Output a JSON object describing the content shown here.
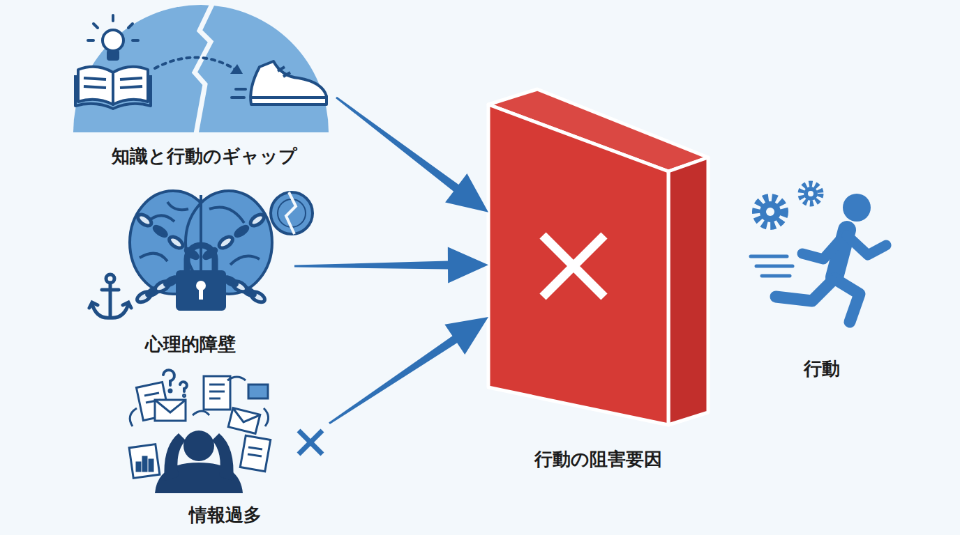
{
  "diagram": {
    "nodes": [
      {
        "text": [
          "知識と行動のギャップ"
        ]
      },
      {
        "text": [
          "心理的障壁"
        ]
      },
      {
        "text": [
          "情報過多"
        ]
      },
      {
        "text": [
          "行動の阻害要因"
        ]
      },
      {
        "text": [
          "行動"
        ]
      }
    ],
    "edges": [
      {
        "from": 0,
        "to": 3,
        "arrow": "to"
      },
      {
        "from": 1,
        "to": 3,
        "arrow": "to"
      },
      {
        "from": 2,
        "to": 3,
        "arrow": "to"
      }
    ]
  }
}
